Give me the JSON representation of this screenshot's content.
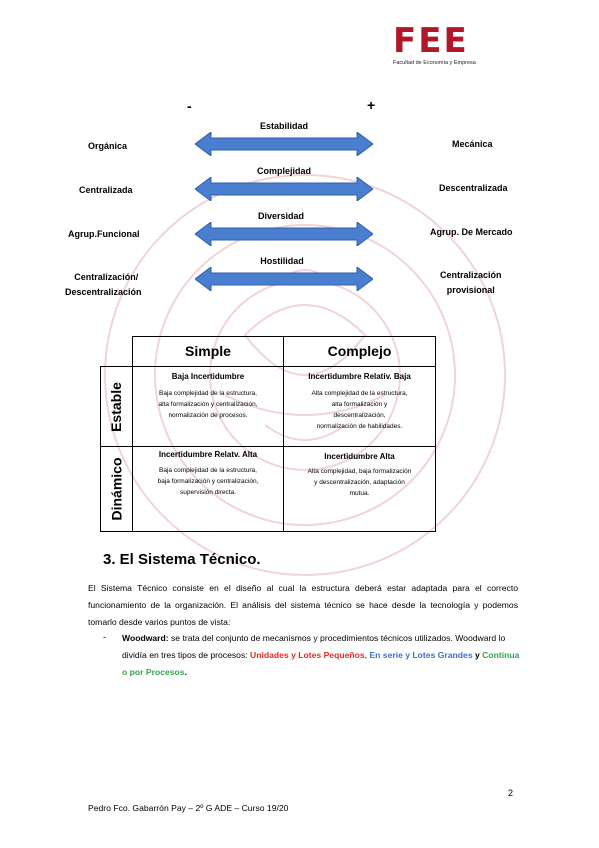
{
  "logo": {
    "letters": "FEE",
    "subtitle": "Facultad de Economía y Empresa"
  },
  "scale": {
    "minus": "-",
    "plus": "+",
    "rows": [
      {
        "dimension": "Estabilidad",
        "left": "Orgánica",
        "right": "Mecánica"
      },
      {
        "dimension": "Complejidad",
        "left": "Centralizada",
        "right": "Descentralizada"
      },
      {
        "dimension": "Diversidad",
        "left": "Agrup.Funcional",
        "right": "Agrup. De Mercado"
      },
      {
        "dimension": "Hostilidad",
        "left_line1": "Centralización/",
        "left_line2": "Descentralización",
        "right_line1": "Centralización",
        "right_line2": "provisional"
      }
    ],
    "arrow_color": "#4a7fd0"
  },
  "table": {
    "col_simple": "Simple",
    "col_complejo": "Complejo",
    "row_estable": "Estable",
    "row_dinamico": "Dinámico",
    "c11_title": "Baja Incertidumbre",
    "c11_l1": "Baja complejidad de la estructura,",
    "c11_l2": "alta formalización y centralización,",
    "c11_l3": "normalización de procesos.",
    "c12_title": "Incertidumbre Relativ. Baja",
    "c12_l1": "Alta complejidad de la estructura,",
    "c12_l2": "alta formalización y",
    "c12_l3": "descentralización,",
    "c12_l4": "normalización de habilidades.",
    "c21_title": "Incertidumbre Relatv. Alta",
    "c21_l1": "Baja complejidad de la estructura,",
    "c21_l2": "baja formalización y centralización,",
    "c21_l3": "supervisión directa.",
    "c22_title": "Incertidumbre Alta",
    "c22_l1": "Alta complejidad, baja formalización",
    "c22_l2": "y descentralización, adaptación",
    "c22_l3": "mutua."
  },
  "section": {
    "title": "3. El Sistema Técnico.",
    "para": "El Sistema Técnico consiste en el diseño al cual la estructura deberá estar adaptada para el correcto funcionamiento de la organización. El análisis del sistema técnico se hace desde la tecnología y podemos tomarlo desde varios puntos de vista:",
    "bullet_marker": "-",
    "woodward": "Woodward:",
    "woodward_text": " se trata del conjunto de mecanismos y procedimientos técnicos utilizados. Woodward lo dividía en tres tipos de procesos: ",
    "type1": "Unidades y Lotes Pequeños",
    "sep1": ", ",
    "type2": "En serie y Lotes Grandes",
    "sep2": " y ",
    "type3": "Continua o por Procesos",
    "end": "."
  },
  "page_number": "2",
  "footer": "Pedro Fco. Gabarrón Pay – 2º G ADE – Curso 19/20"
}
